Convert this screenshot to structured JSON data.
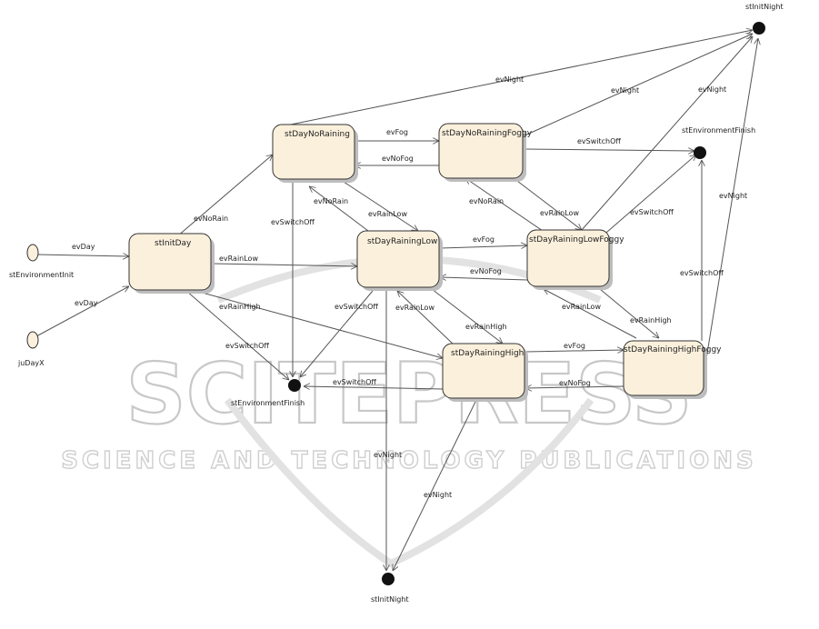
{
  "watermark": {
    "main": "SCITEPRESS",
    "sub": "SCIENCE AND TECHNOLOGY PUBLICATIONS"
  },
  "states": {
    "initDay": "stInitDay",
    "noRaining": "stDayNoRaining",
    "noRainingFoggy": "stDayNoRainingFoggy",
    "rainingLow": "stDayRainingLow",
    "rainingLowFoggy": "stDayRainingLowFoggy",
    "rainingHigh": "stDayRainingHigh",
    "rainingHighFoggy": "stDayRainingHighFoggy"
  },
  "pseudo": {
    "envInit": "stEnvironmentInit",
    "juDayX": "juDayX",
    "initNightTop": "stInitNight",
    "initNightBottom": "stInitNight",
    "envFinishRight": "stEnvironmentFinish",
    "envFinishCenter": "stEnvironmentFinish"
  },
  "events": {
    "evDay": "evDay",
    "evNoRain": "evNoRain",
    "evRainLow": "evRainLow",
    "evRainHigh": "evRainHigh",
    "evNight": "evNight",
    "evFog": "evFog",
    "evNoFog": "evNoFog",
    "evSwitchOff": "evSwitchOff"
  }
}
